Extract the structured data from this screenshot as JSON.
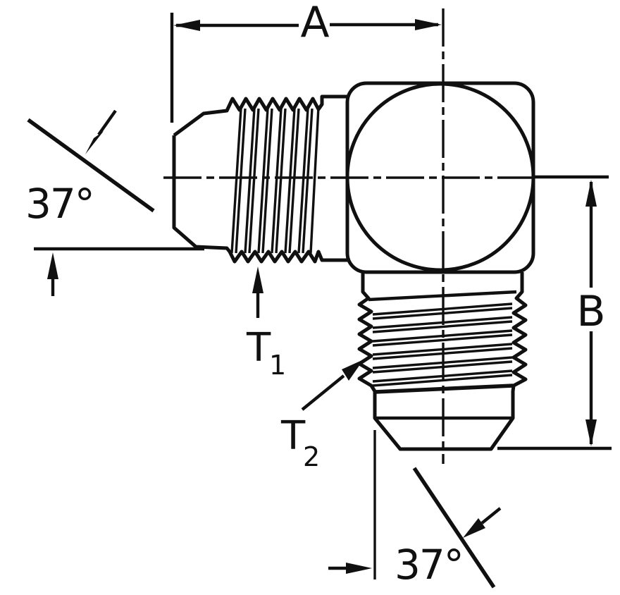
{
  "page": {
    "background_color": "#ffffff",
    "line_color": "#101010"
  },
  "drawing": {
    "kind": "technical line drawing",
    "labels": {
      "dim_a": "A",
      "dim_b": "B",
      "angle_top_left": "37°",
      "angle_bottom_right": "37°",
      "t1_main": "T",
      "t1_sub": "1",
      "t2_main": "T",
      "t2_sub": "2"
    }
  }
}
